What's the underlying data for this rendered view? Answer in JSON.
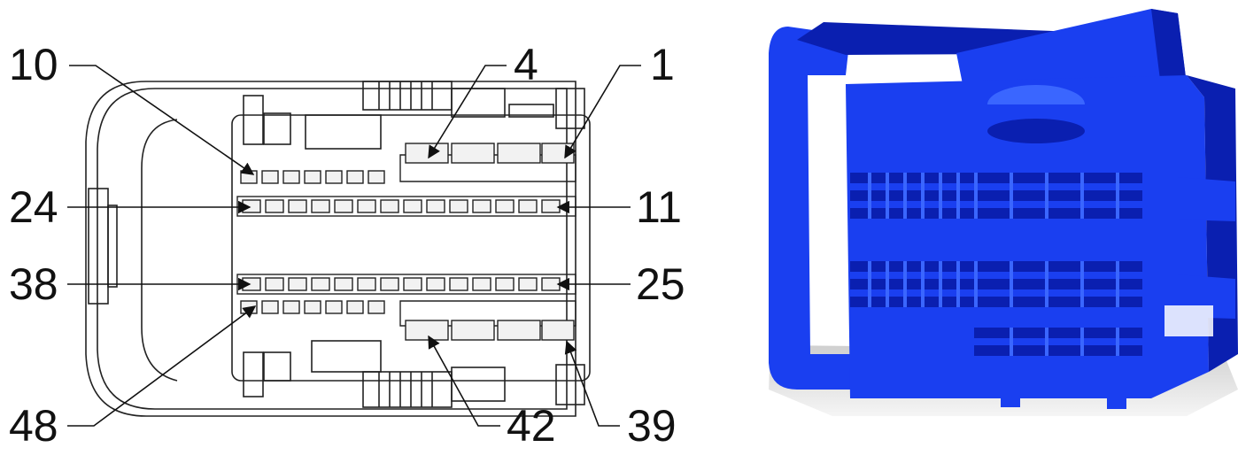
{
  "diagram": {
    "pin_labels": {
      "pin_10": "10",
      "pin_4": "4",
      "pin_1": "1",
      "pin_24": "24",
      "pin_11": "11",
      "pin_38": "38",
      "pin_25": "25",
      "pin_48": "48",
      "pin_42": "42",
      "pin_39": "39"
    },
    "colors": {
      "line": "#222222",
      "connector_body": "#1a3ff0",
      "connector_shadow": "#0a1fb0",
      "connector_highlight": "#3a66ff",
      "floor_shadow": "#d8d8d8"
    }
  }
}
